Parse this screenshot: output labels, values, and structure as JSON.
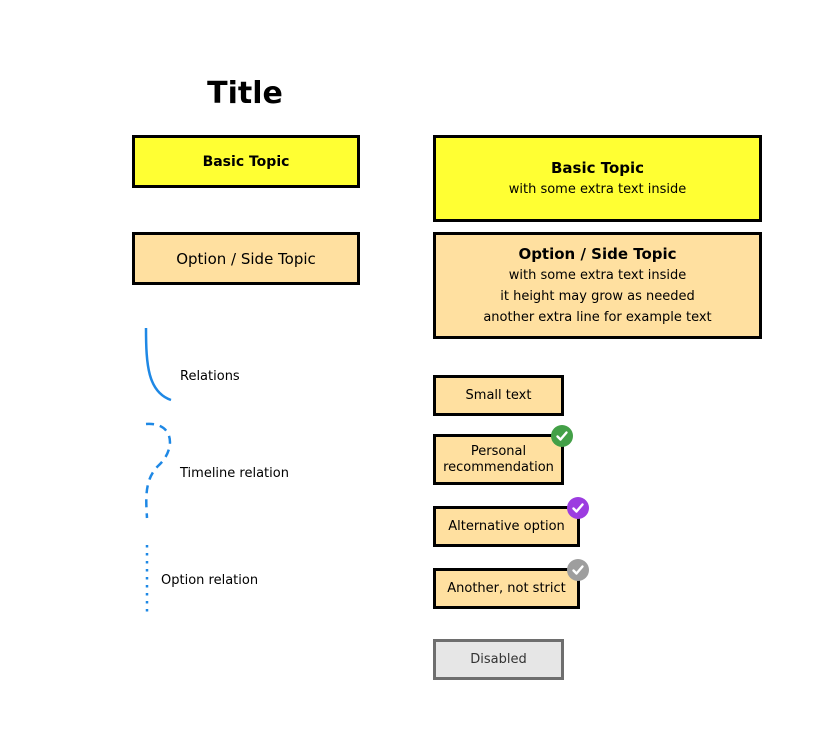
{
  "title": "Title",
  "left_column": {
    "basic_topic": "Basic Topic",
    "option_topic": "Option / Side Topic"
  },
  "right_column": {
    "basic_topic": {
      "heading": "Basic Topic",
      "lines": [
        "with some extra text inside"
      ]
    },
    "option_topic": {
      "heading": "Option / Side Topic",
      "lines": [
        "with some extra text inside",
        "it height may grow as needed",
        "another extra line for example text"
      ]
    },
    "small_text": "Small text",
    "personal_recommendation": [
      "Personal",
      "recommendation"
    ],
    "alternative_option": "Alternative option",
    "another_not_strict": "Another, not strict",
    "disabled": "Disabled"
  },
  "legend": {
    "relations": "Relations",
    "timeline_relation": "Timeline relation",
    "option_relation": "Option relation"
  },
  "colors": {
    "basic_topic_fill": "#ffff33",
    "option_topic_fill": "#ffe0a0",
    "disabled_fill": "#e6e6e6",
    "relation_line": "#1e88e5",
    "badge_green": "#43a047",
    "badge_purple": "#9c3ce0",
    "badge_grey": "#9e9e9e"
  },
  "icons": {
    "personal_recommendation_badge": "check-icon",
    "alternative_option_badge": "check-icon",
    "another_not_strict_badge": "check-icon"
  }
}
